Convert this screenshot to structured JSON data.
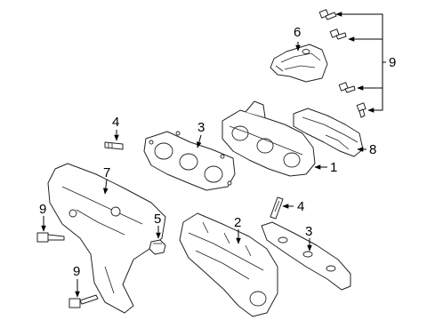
{
  "callouts": {
    "c1": "1",
    "c2": "2",
    "c3_gasket_upper": "3",
    "c3_gasket_lower": "3",
    "c4_stud_upper": "4",
    "c4_stud_lower": "4",
    "c5": "5",
    "c6": "6",
    "c7": "7",
    "c8": "8",
    "c9_bolts_group": "9",
    "c9_bolt_left": "9",
    "c9_bolt_bottom": "9"
  }
}
